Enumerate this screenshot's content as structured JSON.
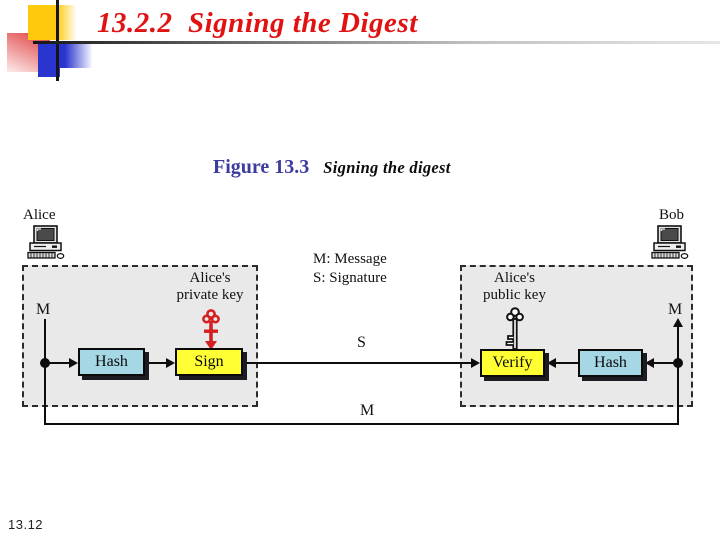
{
  "slide": {
    "title": "13.2.2  Signing the Digest",
    "page_number": "13.12"
  },
  "caption": {
    "figure_label": "Figure 13.3",
    "figure_title": "Signing the digest"
  },
  "legend": {
    "line1": "M: Message",
    "line2": "S: Signature"
  },
  "diagram": {
    "alice_label": "Alice",
    "bob_label": "Bob",
    "left_m_label": "M",
    "right_m_label": "M",
    "bottom_m_label": "M",
    "s_label": "S",
    "private_key_caption": {
      "line1": "Alice's",
      "line2": "private key"
    },
    "public_key_caption": {
      "line1": "Alice's",
      "line2": "public key"
    },
    "boxes": {
      "hash_left": "Hash",
      "sign": "Sign",
      "verify": "Verify",
      "hash_right": "Hash"
    },
    "colors": {
      "title_red": "#e01212",
      "caption_blue": "#3c3ca0",
      "hash_fill": "#a6d7e4",
      "sign_verify_fill": "#ffff33",
      "region_fill": "#e9e9e9",
      "private_key_red": "#d42020",
      "public_key_black": "#111111"
    }
  }
}
